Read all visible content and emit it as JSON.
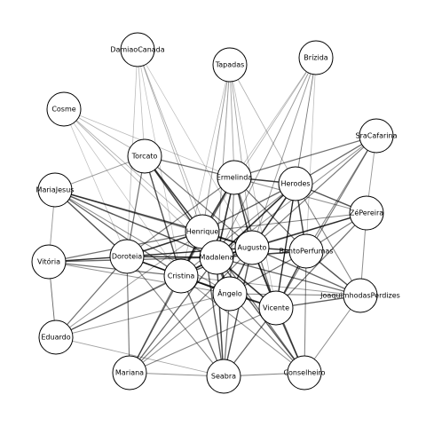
{
  "graph": {
    "type": "network",
    "node_fill": "#ffffff",
    "node_stroke": "#000000",
    "edge_color": "#000000",
    "nodes": [
      {
        "id": "damiao",
        "label": "DamiaoCanada"
      },
      {
        "id": "tapadas",
        "label": "Tapadas"
      },
      {
        "id": "brizida",
        "label": "Brízida"
      },
      {
        "id": "cosme",
        "label": "Cosme"
      },
      {
        "id": "sracafarina",
        "label": "SraCafarina"
      },
      {
        "id": "torcato",
        "label": "Torcato"
      },
      {
        "id": "ermelinda",
        "label": "Ermelinda"
      },
      {
        "id": "herodes",
        "label": "Herodes"
      },
      {
        "id": "mariajesus",
        "label": "MariaJesus"
      },
      {
        "id": "zepereira",
        "label": "ZéPereira"
      },
      {
        "id": "henrique",
        "label": "Henrique"
      },
      {
        "id": "augusto",
        "label": "Augusto"
      },
      {
        "id": "bentoperfumas",
        "label": "BentoPerfumas"
      },
      {
        "id": "vitoria",
        "label": "Vitória"
      },
      {
        "id": "doroteia",
        "label": "Doroteia"
      },
      {
        "id": "madalena",
        "label": "Madalena"
      },
      {
        "id": "cristina",
        "label": "Cristina"
      },
      {
        "id": "angelo",
        "label": "Ângelo"
      },
      {
        "id": "joaquimhodas",
        "label": "JoaquimhodasPerdizes"
      },
      {
        "id": "vicente",
        "label": "Vicente"
      },
      {
        "id": "eduardo",
        "label": "Eduardo"
      },
      {
        "id": "mariana",
        "label": "Mariana"
      },
      {
        "id": "seabra",
        "label": "Seabra"
      },
      {
        "id": "conselheiro",
        "label": "Conselheiro"
      }
    ],
    "edges": [
      [
        "henrique",
        "madalena",
        0.95
      ],
      [
        "henrique",
        "augusto",
        0.9
      ],
      [
        "madalena",
        "augusto",
        0.95
      ],
      [
        "madalena",
        "cristina",
        0.9
      ],
      [
        "madalena",
        "angelo",
        0.85
      ],
      [
        "madalena",
        "vicente",
        0.85
      ],
      [
        "madalena",
        "bentoperfumas",
        0.8
      ],
      [
        "augusto",
        "bentoperfumas",
        0.85
      ],
      [
        "augusto",
        "vicente",
        0.8
      ],
      [
        "augusto",
        "herodes",
        0.85
      ],
      [
        "augusto",
        "ermelinda",
        0.8
      ],
      [
        "henrique",
        "ermelinda",
        0.8
      ],
      [
        "henrique",
        "doroteia",
        0.85
      ],
      [
        "henrique",
        "cristina",
        0.85
      ],
      [
        "doroteia",
        "madalena",
        0.85
      ],
      [
        "doroteia",
        "cristina",
        0.8
      ],
      [
        "cristina",
        "angelo",
        0.8
      ],
      [
        "angelo",
        "vicente",
        0.8
      ],
      [
        "vicente",
        "bentoperfumas",
        0.75
      ],
      [
        "herodes",
        "ermelinda",
        0.8
      ],
      [
        "herodes",
        "madalena",
        0.85
      ],
      [
        "herodes",
        "zepereira",
        0.7
      ],
      [
        "herodes",
        "bentoperfumas",
        0.75
      ],
      [
        "ermelinda",
        "madalena",
        0.85
      ],
      [
        "torcato",
        "henrique",
        0.8
      ],
      [
        "torcato",
        "madalena",
        0.75
      ],
      [
        "torcato",
        "cristina",
        0.7
      ],
      [
        "torcato",
        "ermelinda",
        0.55
      ],
      [
        "mariajesus",
        "henrique",
        0.75
      ],
      [
        "mariajesus",
        "madalena",
        0.7
      ],
      [
        "mariajesus",
        "doroteia",
        0.7
      ],
      [
        "mariajesus",
        "cristina",
        0.6
      ],
      [
        "vitoria",
        "doroteia",
        0.7
      ],
      [
        "vitoria",
        "madalena",
        0.6
      ],
      [
        "vitoria",
        "henrique",
        0.55
      ],
      [
        "vitoria",
        "cristina",
        0.55
      ],
      [
        "eduardo",
        "doroteia",
        0.55
      ],
      [
        "eduardo",
        "cristina",
        0.55
      ],
      [
        "eduardo",
        "madalena",
        0.45
      ],
      [
        "mariana",
        "cristina",
        0.6
      ],
      [
        "mariana",
        "madalena",
        0.6
      ],
      [
        "mariana",
        "henrique",
        0.5
      ],
      [
        "mariana",
        "augusto",
        0.5
      ],
      [
        "seabra",
        "madalena",
        0.75
      ],
      [
        "seabra",
        "augusto",
        0.7
      ],
      [
        "seabra",
        "henrique",
        0.65
      ],
      [
        "seabra",
        "vicente",
        0.6
      ],
      [
        "seabra",
        "cristina",
        0.6
      ],
      [
        "conselheiro",
        "vicente",
        0.7
      ],
      [
        "conselheiro",
        "madalena",
        0.65
      ],
      [
        "conselheiro",
        "augusto",
        0.6
      ],
      [
        "conselheiro",
        "henrique",
        0.55
      ],
      [
        "joaquimhodas",
        "bentoperfumas",
        0.7
      ],
      [
        "joaquimhodas",
        "vicente",
        0.65
      ],
      [
        "joaquimhodas",
        "madalena",
        0.6
      ],
      [
        "joaquimhodas",
        "augusto",
        0.6
      ],
      [
        "zepereira",
        "augusto",
        0.65
      ],
      [
        "zepereira",
        "madalena",
        0.6
      ],
      [
        "zepereira",
        "vicente",
        0.55
      ],
      [
        "sracafarina",
        "herodes",
        0.6
      ],
      [
        "sracafarina",
        "ermelinda",
        0.55
      ],
      [
        "sracafarina",
        "augusto",
        0.5
      ],
      [
        "sracafarina",
        "vicente",
        0.5
      ],
      [
        "tapadas",
        "henrique",
        0.35
      ],
      [
        "tapadas",
        "madalena",
        0.35
      ],
      [
        "tapadas",
        "augusto",
        0.3
      ],
      [
        "tapadas",
        "ermelinda",
        0.3
      ],
      [
        "brizida",
        "augusto",
        0.35
      ],
      [
        "brizida",
        "madalena",
        0.35
      ],
      [
        "brizida",
        "herodes",
        0.3
      ],
      [
        "brizida",
        "henrique",
        0.25
      ],
      [
        "damiao",
        "henrique",
        0.25
      ],
      [
        "damiao",
        "madalena",
        0.25
      ],
      [
        "damiao",
        "doroteia",
        0.2
      ],
      [
        "damiao",
        "torcato",
        0.2
      ],
      [
        "cosme",
        "torcato",
        0.25
      ],
      [
        "cosme",
        "madalena",
        0.25
      ],
      [
        "cosme",
        "henrique",
        0.25
      ],
      [
        "cosme",
        "ermelinda",
        0.2
      ],
      [
        "doroteia",
        "augusto",
        0.7
      ],
      [
        "doroteia",
        "angelo",
        0.65
      ],
      [
        "cristina",
        "augusto",
        0.7
      ],
      [
        "cristina",
        "vicente",
        0.6
      ],
      [
        "angelo",
        "augusto",
        0.75
      ],
      [
        "angelo",
        "henrique",
        0.6
      ],
      [
        "angelo",
        "bentoperfumas",
        0.55
      ],
      [
        "vicente",
        "herodes",
        0.6
      ],
      [
        "ermelinda",
        "vicente",
        0.55
      ],
      [
        "ermelinda",
        "bentoperfumas",
        0.55
      ],
      [
        "torcato",
        "doroteia",
        0.55
      ],
      [
        "torcato",
        "augusto",
        0.5
      ],
      [
        "mariajesus",
        "vitoria",
        0.35
      ],
      [
        "eduardo",
        "vitoria",
        0.3
      ],
      [
        "mariana",
        "seabra",
        0.4
      ],
      [
        "seabra",
        "conselheiro",
        0.45
      ],
      [
        "conselheiro",
        "joaquimhodas",
        0.4
      ],
      [
        "joaquimhodas",
        "zepereira",
        0.4
      ],
      [
        "zepereira",
        "sracafarina",
        0.35
      ],
      [
        "vitoria",
        "eduardo",
        0.3
      ],
      [
        "mariajesus",
        "torcato",
        0.35
      ],
      [
        "herodes",
        "vicente",
        0.55
      ],
      [
        "ermelinda",
        "cristina",
        0.55
      ],
      [
        "ermelinda",
        "doroteia",
        0.5
      ],
      [
        "seabra",
        "angelo",
        0.55
      ],
      [
        "mariana",
        "doroteia",
        0.5
      ],
      [
        "mariana",
        "vicente",
        0.45
      ],
      [
        "conselheiro",
        "angelo",
        0.5
      ],
      [
        "conselheiro",
        "bentoperfumas",
        0.45
      ],
      [
        "joaquimhodas",
        "herodes",
        0.45
      ],
      [
        "zepereira",
        "bentoperfumas",
        0.5
      ],
      [
        "sracafarina",
        "bentoperfumas",
        0.45
      ],
      [
        "sracafarina",
        "madalena",
        0.4
      ],
      [
        "tapadas",
        "herodes",
        0.25
      ],
      [
        "tapadas",
        "vicente",
        0.2
      ],
      [
        "tapadas",
        "cristina",
        0.2
      ],
      [
        "brizida",
        "vicente",
        0.2
      ],
      [
        "brizida",
        "bentoperfumas",
        0.2
      ],
      [
        "brizida",
        "ermelinda",
        0.2
      ],
      [
        "damiao",
        "cristina",
        0.18
      ],
      [
        "damiao",
        "augusto",
        0.18
      ],
      [
        "cosme",
        "doroteia",
        0.18
      ],
      [
        "cosme",
        "cristina",
        0.18
      ],
      [
        "mariajesus",
        "augusto",
        0.45
      ],
      [
        "mariajesus",
        "angelo",
        0.4
      ],
      [
        "vitoria",
        "augusto",
        0.4
      ],
      [
        "vitoria",
        "angelo",
        0.4
      ],
      [
        "eduardo",
        "angelo",
        0.35
      ],
      [
        "eduardo",
        "henrique",
        0.35
      ],
      [
        "eduardo",
        "seabra",
        0.3
      ],
      [
        "mariana",
        "angelo",
        0.4
      ],
      [
        "seabra",
        "doroteia",
        0.45
      ],
      [
        "conselheiro",
        "cristina",
        0.4
      ],
      [
        "joaquimhodas",
        "angelo",
        0.45
      ],
      [
        "joaquimhodas",
        "cristina",
        0.35
      ],
      [
        "zepereira",
        "henrique",
        0.45
      ],
      [
        "zepereira",
        "ermelinda",
        0.4
      ],
      [
        "herodes",
        "henrique",
        0.6
      ],
      [
        "herodes",
        "cristina",
        0.45
      ],
      [
        "ermelinda",
        "angelo",
        0.45
      ]
    ]
  }
}
